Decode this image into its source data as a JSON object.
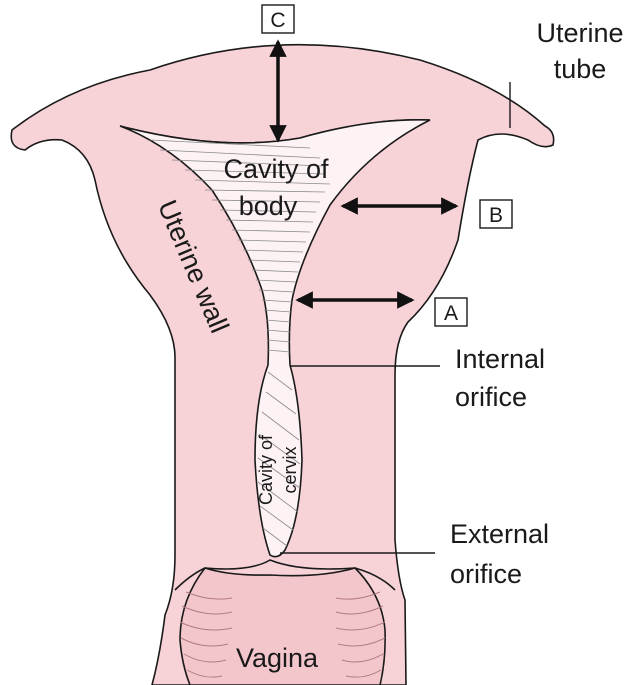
{
  "labels": {
    "uterine_tube": [
      "Uterine",
      "tube"
    ],
    "cavity_of_body": [
      "Cavity of",
      "body"
    ],
    "uterine_wall": "Uterine wall",
    "internal_orifice": [
      "Internal",
      "orifice"
    ],
    "cavity_of_cervix": [
      "Cavity of",
      "cervix"
    ],
    "external_orifice": [
      "External",
      "orifice"
    ],
    "vagina": "Vagina"
  },
  "markers": {
    "a": "A",
    "b": "B",
    "c": "C"
  },
  "colors": {
    "tissue": "#f7d3d7",
    "tissue_dark": "#eab4bb",
    "outline": "#1a1a1a",
    "hatch": "#8a8a8a",
    "background": "#ffffff"
  }
}
